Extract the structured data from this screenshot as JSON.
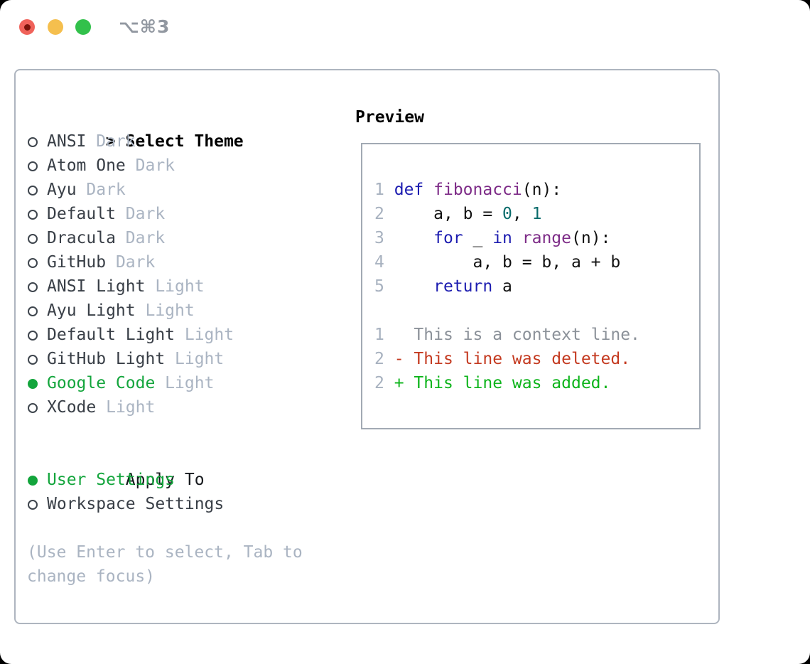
{
  "window": {
    "shortcut": "⌥⌘3"
  },
  "theme_picker": {
    "focus_marker": "> ",
    "title": "Select Theme",
    "items": [
      {
        "name": "ANSI",
        "variant": "Dark",
        "selected": false
      },
      {
        "name": "Atom One",
        "variant": "Dark",
        "selected": false
      },
      {
        "name": "Ayu",
        "variant": "Dark",
        "selected": false
      },
      {
        "name": "Default",
        "variant": "Dark",
        "selected": false
      },
      {
        "name": "Dracula",
        "variant": "Dark",
        "selected": false
      },
      {
        "name": "GitHub",
        "variant": "Dark",
        "selected": false
      },
      {
        "name": "ANSI Light",
        "variant": "Light",
        "selected": false
      },
      {
        "name": "Ayu Light",
        "variant": "Light",
        "selected": false
      },
      {
        "name": "Default Light",
        "variant": "Light",
        "selected": false
      },
      {
        "name": "GitHub Light",
        "variant": "Light",
        "selected": false
      },
      {
        "name": "Google Code",
        "variant": "Light",
        "selected": true
      },
      {
        "name": "XCode",
        "variant": "Light",
        "selected": false
      }
    ],
    "apply_to": {
      "title": "Apply To",
      "options": [
        {
          "label": "User Settings",
          "selected": true
        },
        {
          "label": "Workspace Settings",
          "selected": false
        }
      ]
    },
    "hint": "(Use Enter to select, Tab to change focus)"
  },
  "preview": {
    "title": "Preview",
    "code_lines": [
      {
        "num": "1",
        "tokens": [
          [
            "kw",
            "def"
          ],
          [
            "pl",
            " "
          ],
          [
            "fn",
            "fibonacci"
          ],
          [
            "pl",
            "(n):"
          ]
        ]
      },
      {
        "num": "2",
        "tokens": [
          [
            "pl",
            "    a, b = "
          ],
          [
            "num",
            "0"
          ],
          [
            "pl",
            ", "
          ],
          [
            "num",
            "1"
          ]
        ]
      },
      {
        "num": "3",
        "tokens": [
          [
            "pl",
            "    "
          ],
          [
            "kw",
            "for"
          ],
          [
            "pl",
            " _ "
          ],
          [
            "kw",
            "in"
          ],
          [
            "pl",
            " "
          ],
          [
            "fn",
            "range"
          ],
          [
            "pl",
            "(n):"
          ]
        ]
      },
      {
        "num": "4",
        "tokens": [
          [
            "pl",
            "        a, b = b, a + b"
          ]
        ]
      },
      {
        "num": "5",
        "tokens": [
          [
            "pl",
            "    "
          ],
          [
            "kw",
            "return"
          ],
          [
            "pl",
            " a"
          ]
        ]
      }
    ],
    "diff_lines": [
      {
        "num": "1",
        "type": "context",
        "text": "  This is a context line."
      },
      {
        "num": "2",
        "type": "deleted",
        "text": "- This line was deleted."
      },
      {
        "num": "2",
        "type": "added",
        "text": "+ This line was added."
      }
    ]
  },
  "colors": {
    "selected_green": "#13a53c",
    "muted_gray": "#aab4c2",
    "syntax_keyword": "#1c1cb0",
    "syntax_function": "#7d2b87",
    "syntax_number": "#0a6c6c",
    "syntax_plain": "#111111",
    "diff_context_gray": "#8b9199",
    "diff_deleted_red": "#c43a20",
    "diff_added_green": "#0db41b",
    "traffic_red": "#f0625a",
    "traffic_red_dot": "#7a130a",
    "traffic_yellow": "#f5bf4e",
    "traffic_green": "#32c14b"
  }
}
